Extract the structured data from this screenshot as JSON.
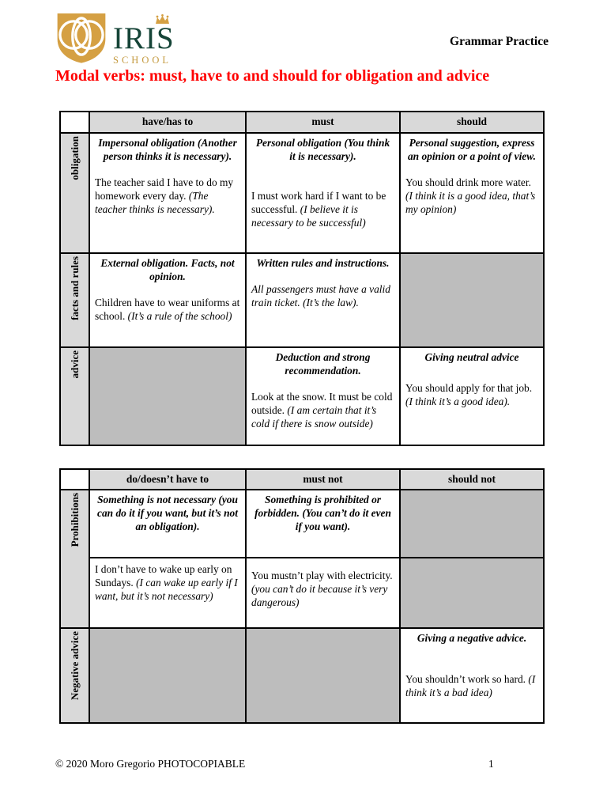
{
  "page": {
    "header_right": "Grammar Practice",
    "title": "Modal verbs: must, have to and should for obligation and advice",
    "footer": {
      "copyright": "© 2020 Moro Gregorio PHOTOCOPIABLE",
      "page_number": "1"
    }
  },
  "logo": {
    "name": "IRIS",
    "subtitle": "SCHOOL",
    "icons": [
      "iris-shield-icon",
      "crown-icon"
    ],
    "colors": {
      "gold": "#D5A043",
      "green": "#154437"
    }
  },
  "colors": {
    "title_red": "#FF0000",
    "header_grey": "#D9D9D9",
    "shaded_grey": "#BDBDBD",
    "border_black": "#000000"
  },
  "table1": {
    "columns": [
      "have/has to",
      "must",
      "should"
    ],
    "rows": [
      {
        "label": "obligation",
        "cells": [
          {
            "heading": "Impersonal obligation (Another person thinks it is necessary).",
            "text": "The teacher said I have to do my homework every day. ",
            "note": "(The teacher thinks is necessary)."
          },
          {
            "heading": "Personal obligation (You think it is necessary).",
            "text": "I must work hard if I want to be successful. ",
            "note": "(I believe it is necessary to be successful)"
          },
          {
            "heading": "Personal suggestion, express an opinion or a point of view.",
            "text": "You should drink more water. ",
            "note": "(I think it is a good idea, that’s my opinion)"
          }
        ]
      },
      {
        "label": "facts and rules",
        "cells": [
          {
            "heading": "External obligation. Facts, not opinion.",
            "text": "Children have to wear uniforms at school. ",
            "note": "(It’s a rule of the school)"
          },
          {
            "heading": "Written rules and instructions.",
            "text": "",
            "note": "All passengers must have a valid train ticket. (It’s the law)."
          },
          {
            "empty": true
          }
        ]
      },
      {
        "label": "advice",
        "cells": [
          {
            "empty": true
          },
          {
            "heading": "Deduction and strong recommendation.",
            "text": "Look at the snow. It must be cold outside. ",
            "note": "(I am certain that it’s cold if there is snow outside)"
          },
          {
            "heading": "Giving neutral advice",
            "text": "You should apply for that job. ",
            "note": "(I think it’s a good idea)."
          }
        ]
      }
    ]
  },
  "table2": {
    "columns": [
      "do/doesn’t have to",
      "must not",
      "should not"
    ],
    "rows": [
      {
        "label": "Prohibitions",
        "subrows": [
          {
            "cells": [
              {
                "heading": "Something is not necessary (you can do it if you want, but it’s not an obligation)."
              },
              {
                "heading": "Something is prohibited or forbidden. (You can’t do it even if you want)."
              },
              {
                "empty": true
              }
            ]
          },
          {
            "cells": [
              {
                "text": "I don’t have to wake up early on Sundays. ",
                "note": "(I can wake up early if I want, but it’s not necessary)"
              },
              {
                "text": "You mustn’t play with electricity. ",
                "note": "(you can’t do it because it’s very dangerous)"
              },
              {
                "empty": true
              }
            ]
          }
        ]
      },
      {
        "label": "Negative advice",
        "cells": [
          {
            "empty": true
          },
          {
            "empty": true
          },
          {
            "heading": "Giving a negative advice.",
            "text": "You shouldn’t work so hard. ",
            "note": "(I think it’s a bad idea)"
          }
        ]
      }
    ]
  }
}
